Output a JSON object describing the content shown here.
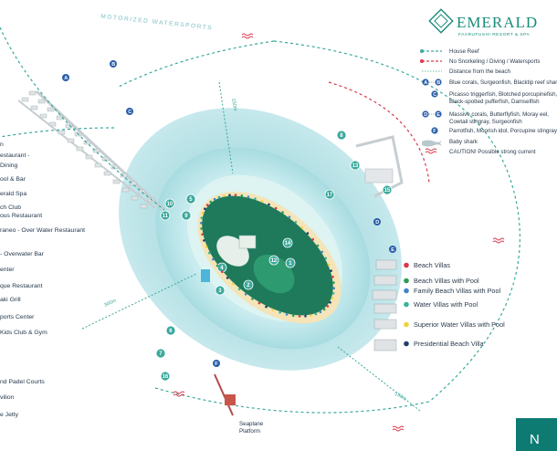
{
  "brand": {
    "name": "EMERALD",
    "subtitle": "FAARUFUSHI RESORT & SPA"
  },
  "colors": {
    "ocean_deep": "#7fc8cf",
    "lagoon": "#c9ecef",
    "reef": "#a7dde0",
    "island_green": "#1f7a5c",
    "path": "#3aa89b",
    "red_marker": "#d9374b",
    "beach": "#f4e4b8",
    "text": "#20344a"
  },
  "top_label": "MOTORIZED WATERSPORTS",
  "legend": [
    {
      "icon": "house-reef-line-icon",
      "text": "House Reef"
    },
    {
      "icon": "no-snorkeling-line-icon",
      "text": "No Snorkeling / Diving / Watersports"
    },
    {
      "icon": "distance-line-icon",
      "text": "Distance from the beach"
    },
    {
      "icon": "marker-a-b-icon",
      "markers": [
        "A",
        "B"
      ],
      "text": "Blue corals, Surgeonfish, Blacktip reef shark"
    },
    {
      "icon": "marker-c-icon",
      "markers": [
        "C"
      ],
      "text": "Picasso triggerfish, Blotched porcupinefish,",
      "text2": "Black-spotted pufferfish, Damselfish"
    },
    {
      "icon": "marker-d-e-icon",
      "markers": [
        "D",
        "E"
      ],
      "text": "Massive corals, Butterflyfish, Moray eel,",
      "text2": "Cowtail stingray, Surgeonfish"
    },
    {
      "icon": "marker-f-icon",
      "markers": [
        "F"
      ],
      "text": "Parrotfish, Moorish idol, Porcupine stingray"
    },
    {
      "icon": "shark-icon",
      "text": "Baby shark"
    },
    {
      "icon": "wave-icon",
      "text": "CAUTION! Possible strong current"
    }
  ],
  "villa_types": [
    {
      "label": "Beach Villas",
      "color": "#d9374b"
    },
    {
      "label": "Beach Villas with Pool",
      "color": "#2f9a52"
    },
    {
      "label": "Family Beach Villas with Pool",
      "color": "#3f86c8"
    },
    {
      "label": "Water Villas with Pool",
      "color": "#33b39a"
    },
    {
      "label": "Superior Water Villas with Pool",
      "color": "#f2d33a"
    },
    {
      "label": "Presidential Beach Villa",
      "color": "#1f3d6b"
    }
  ],
  "left_labels": [
    "n",
    "estaurant -",
    "Dining",
    "ool & Bar",
    "erald Spa",
    "ch Club",
    "ous Restaurant",
    "raneo - Over Water Restaurant",
    "- Overwater Bar",
    "enter",
    "que Restaurant",
    "aki Grill",
    "ports Center",
    "Kids Club & Gym",
    "nd Padel Courts",
    "vilion",
    "e Jetty"
  ],
  "distances": {
    "d1": "150m",
    "d2": "300m",
    "d3": "150m"
  },
  "markers": {
    "numbers": [
      "1",
      "2",
      "3",
      "4",
      "5",
      "6",
      "7",
      "8",
      "9",
      "10",
      "11",
      "12",
      "13",
      "14",
      "15",
      "16",
      "17"
    ],
    "letters": [
      "A",
      "B",
      "C",
      "D",
      "E",
      "F"
    ]
  },
  "seaplane": "Seaplane\nPlatform",
  "seaplane_lines": [
    "Seaplane",
    "Platform"
  ],
  "compass": "N"
}
